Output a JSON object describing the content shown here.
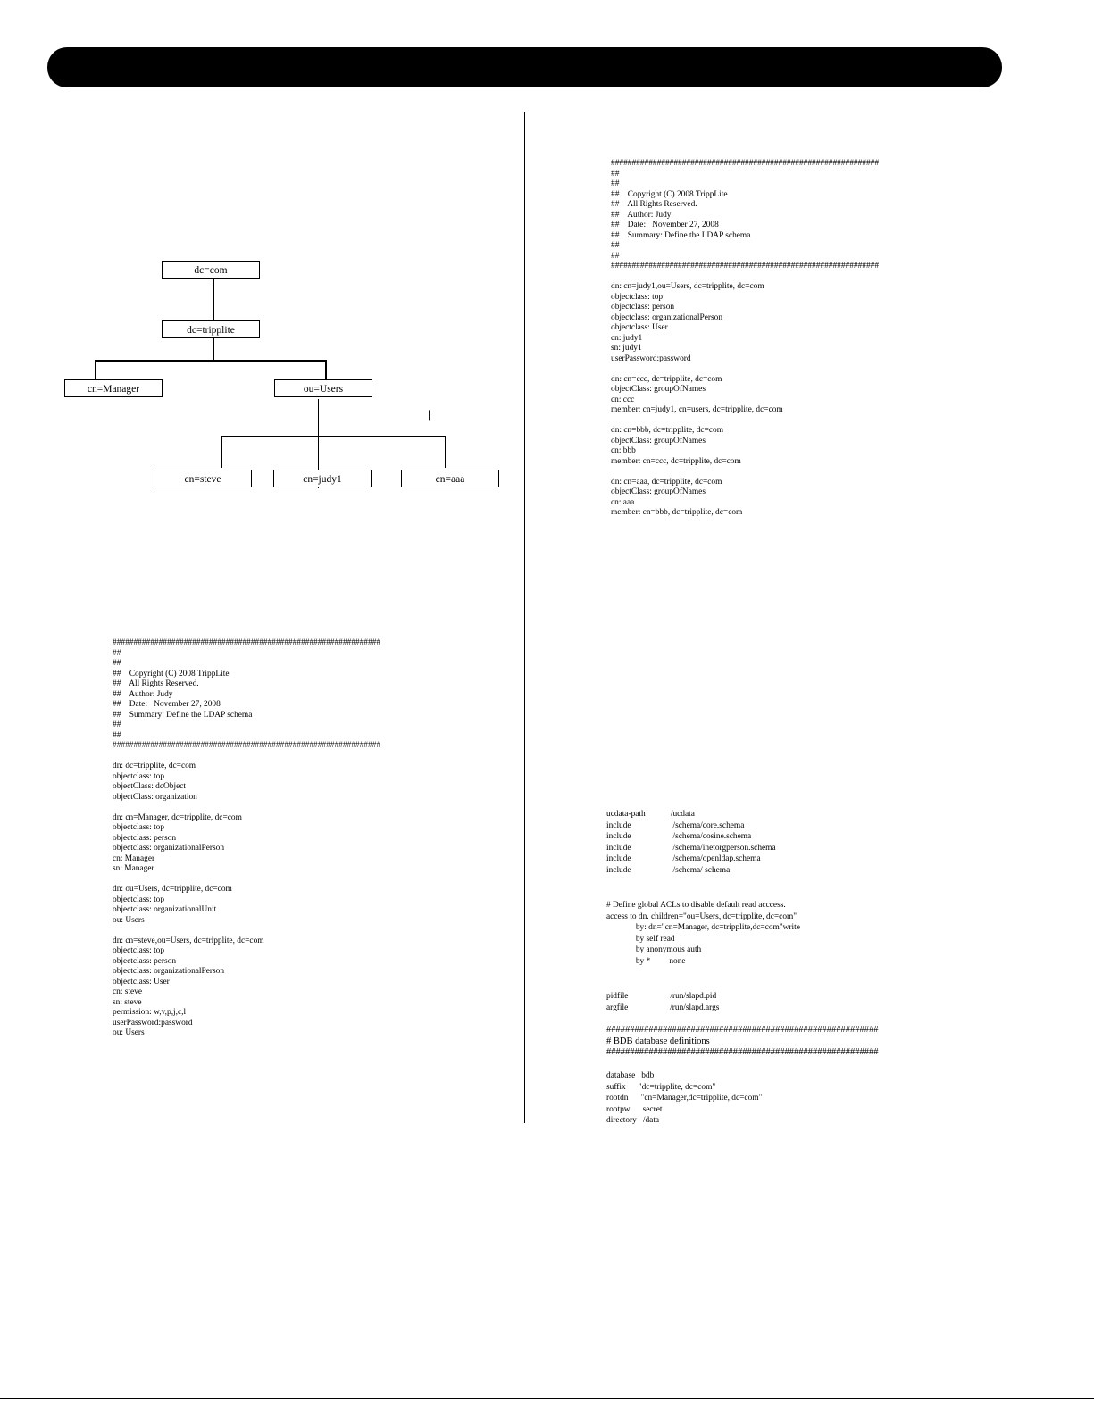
{
  "tree": {
    "root": "dc=com",
    "level1": "dc=tripplite",
    "level2": [
      "cn=Manager",
      "ou=Users"
    ],
    "level3": [
      "cn=steve",
      "cn=judy1",
      "cn=aaa"
    ]
  },
  "ldif_left": [
    "################################################################",
    "##",
    "##",
    "##    Copyright (C) 2008 TrippLite",
    "##    All Rights Reserved.",
    "##    Author: Judy",
    "##    Date:   November 27, 2008",
    "##    Summary: Define the LDAP schema",
    "##",
    "##",
    "################################################################",
    "",
    "dn: dc=tripplite, dc=com",
    "objectclass: top",
    "objectClass: dcObject",
    "objectClass: organization",
    "",
    "dn: cn=Manager, dc=tripplite, dc=com",
    "objectclass: top",
    "objectclass: person",
    "objectclass: organizationalPerson",
    "cn: Manager",
    "sn: Manager",
    "",
    "dn: ou=Users, dc=tripplite, dc=com",
    "objectclass: top",
    "objectclass: organizationalUnit",
    "ou: Users",
    "",
    "dn: cn=steve,ou=Users, dc=tripplite, dc=com",
    "objectclass: top",
    "objectclass: person",
    "objectclass: organizationalPerson",
    "objectclass: User",
    "cn: steve",
    "sn: steve",
    "permission: w,v,p,j,c,l",
    "userPassword:password",
    "ou: Users"
  ],
  "ldif_right": [
    "################################################################",
    "##",
    "##",
    "##    Copyright (C) 2008 TrippLite",
    "##    All Rights Reserved.",
    "##    Author: Judy",
    "##    Date:   November 27, 2008",
    "##    Summary: Define the LDAP schema",
    "##",
    "##",
    "################################################################",
    "",
    "dn: cn=judy1,ou=Users, dc=tripplite, dc=com",
    "objectclass: top",
    "objectclass: person",
    "objectclass: organizationalPerson",
    "objectclass: User",
    "cn: judy1",
    "sn: judy1",
    "userPassword:password",
    "",
    "dn: cn=ccc, dc=tripplite, dc=com",
    "objectClass: groupOfNames",
    "cn: ccc",
    "member: cn=judy1, cn=users, dc=tripplite, dc=com",
    "",
    "dn: cn=bbb, dc=tripplite, dc=com",
    "objectClass: groupOfNames",
    "cn: bbb",
    "member: cn=ccc, dc=tripplite, dc=com",
    "",
    "dn: cn=aaa, dc=tripplite, dc=com",
    "objectClass: groupOfNames",
    "cn: aaa",
    "member: cn=bbb, dc=tripplite, dc=com"
  ],
  "conf_includes": [
    "ucdata-path            /ucdata",
    "include                    /schema/core.schema",
    "include                    /schema/cosine.schema",
    "include                    /schema/inetorgperson.schema",
    "include                    /schema/openldap.schema",
    "include                    /schema/ schema"
  ],
  "conf_acl": [
    "# Define global ACLs to disable default read acccess.",
    "access to dn. children=\"ou=Users, dc=tripplite, dc=com\"",
    "              by: dn=\"cn=Manager, dc=tripplite,dc=com\"write",
    "              by self read",
    "              by anonymous auth",
    "              by *         none"
  ],
  "conf_pid": [
    "pidfile                    /run/slapd.pid",
    "argfile                    /run/slapd.args"
  ],
  "conf_bdb_header": [
    "##########################################################",
    "# BDB database definitions",
    "##########################################################"
  ],
  "conf_bdb": [
    "database   bdb",
    "suffix      \"dc=tripplite, dc=com\"",
    "rootdn      \"cn=Manager,dc=tripplite, dc=com\"",
    "rootpw      secret",
    "directory   /data"
  ]
}
